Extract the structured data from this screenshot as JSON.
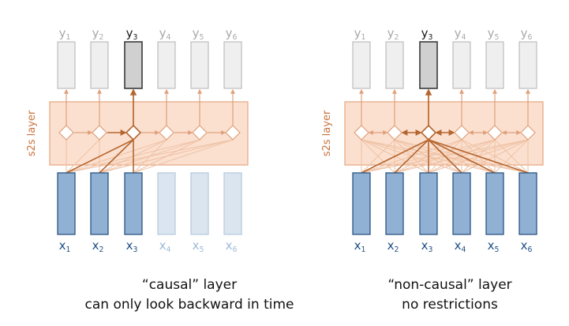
{
  "colors": {
    "layer_fill": "#fbe0d0",
    "layer_stroke": "#e7a57e",
    "layer_label": "#c8743e",
    "y_box_fill": "#efefef",
    "y_box_stroke": "#b8b8b8",
    "y_label": "#a9a9a9",
    "y_active_fill": "#d0d0d0",
    "y_active_stroke": "#3a3a3a",
    "y_active_label": "#1a1a1a",
    "x_active_fill": "#90b0d4",
    "x_active_stroke": "#2d5680",
    "x_active_label": "#1f4f84",
    "x_faded_fill": "#dbe5ef",
    "x_faded_stroke": "#b9cbdd",
    "x_faded_label": "#9fbad6",
    "strong_edge": "#b5662f",
    "light_edge": "#efc3a6",
    "node_stroke": "#dfa07a",
    "node_active_stroke": "#b5662f"
  },
  "panels": [
    {
      "kind": "causal",
      "layer_label": "s2s layer",
      "y_labels": [
        "y1",
        "y2",
        "y3",
        "y4",
        "y5",
        "y6"
      ],
      "x_labels": [
        "x1",
        "x2",
        "x3",
        "x4",
        "x5",
        "x6"
      ],
      "active_output": 3,
      "visible_inputs": [
        1,
        2,
        3
      ],
      "caption_line1": "“causal” layer",
      "caption_line2": "can only look backward in time"
    },
    {
      "kind": "non-causal",
      "layer_label": "s2s layer",
      "y_labels": [
        "y1",
        "y2",
        "y3",
        "y4",
        "y5",
        "y6"
      ],
      "x_labels": [
        "x1",
        "x2",
        "x3",
        "x4",
        "x5",
        "x6"
      ],
      "active_output": 3,
      "visible_inputs": [
        1,
        2,
        3,
        4,
        5,
        6
      ],
      "caption_line1": "“non-causal” layer",
      "caption_line2": "no restrictions"
    }
  ]
}
